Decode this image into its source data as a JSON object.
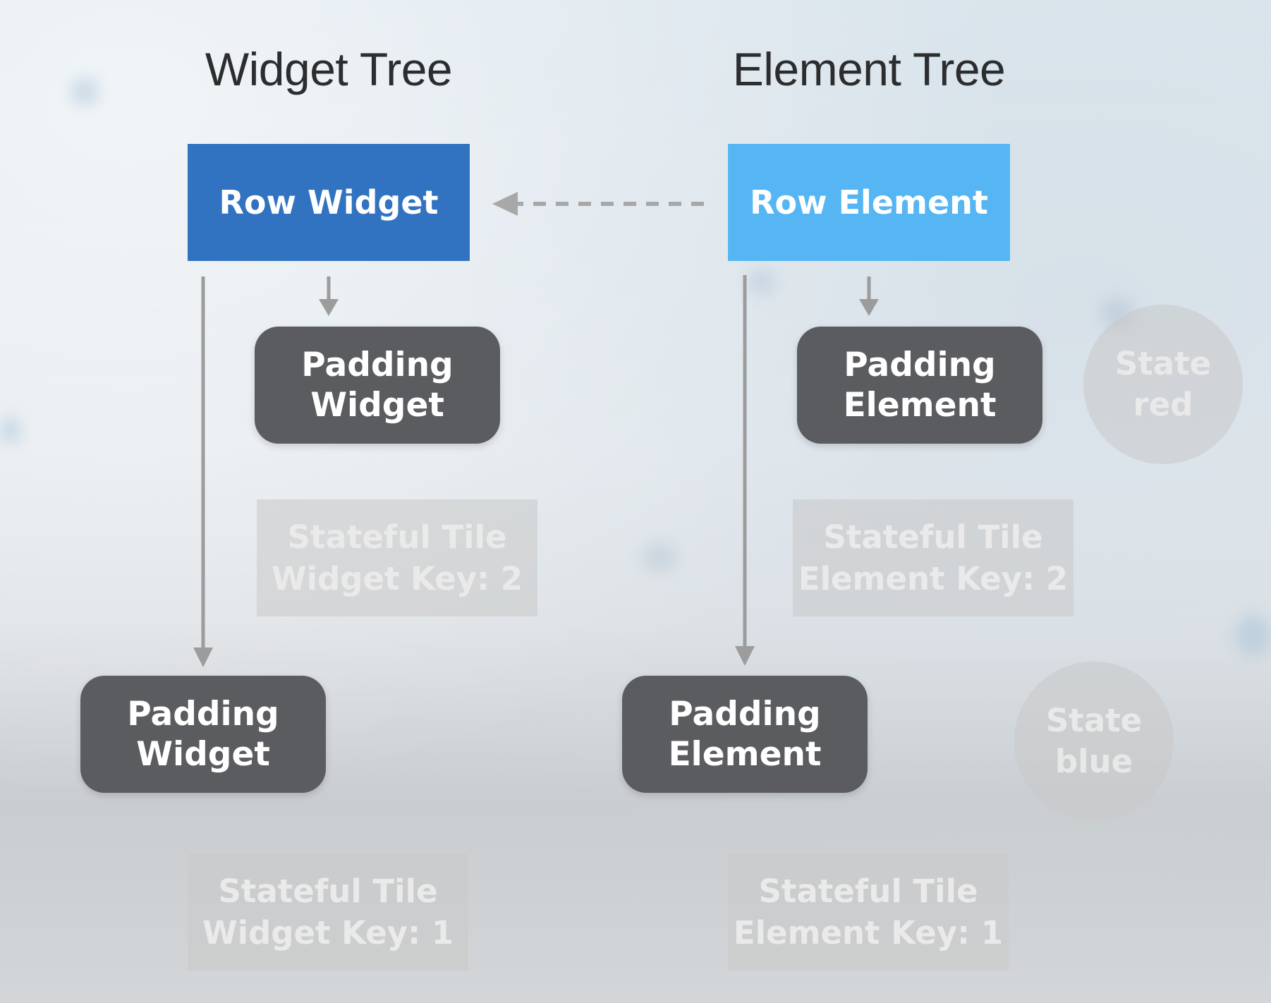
{
  "widget_tree": {
    "title": "Widget Tree",
    "row": [
      "Row Widget"
    ],
    "padding_top": [
      "Padding",
      "Widget"
    ],
    "tile_2": [
      "Stateful Tile",
      "Widget Key: 2"
    ],
    "padding_bottom": [
      "Padding",
      "Widget"
    ],
    "tile_1": [
      "Stateful Tile",
      "Widget Key: 1"
    ]
  },
  "element_tree": {
    "title": "Element Tree",
    "row": [
      "Row Element"
    ],
    "padding_top": [
      "Padding",
      "Element"
    ],
    "tile_2": [
      "Stateful Tile",
      "Element Key: 2"
    ],
    "padding_bottom": [
      "Padding",
      "Element"
    ],
    "tile_1": [
      "Stateful Tile",
      "Element Key: 1"
    ]
  },
  "states": {
    "red": [
      "State",
      "red"
    ],
    "blue": [
      "State",
      "blue"
    ]
  },
  "colors": {
    "row_widget": "#3173c0",
    "row_element": "#56b6f3",
    "padding_box": "#5b5c5f",
    "connector": "#9c9c9c"
  }
}
